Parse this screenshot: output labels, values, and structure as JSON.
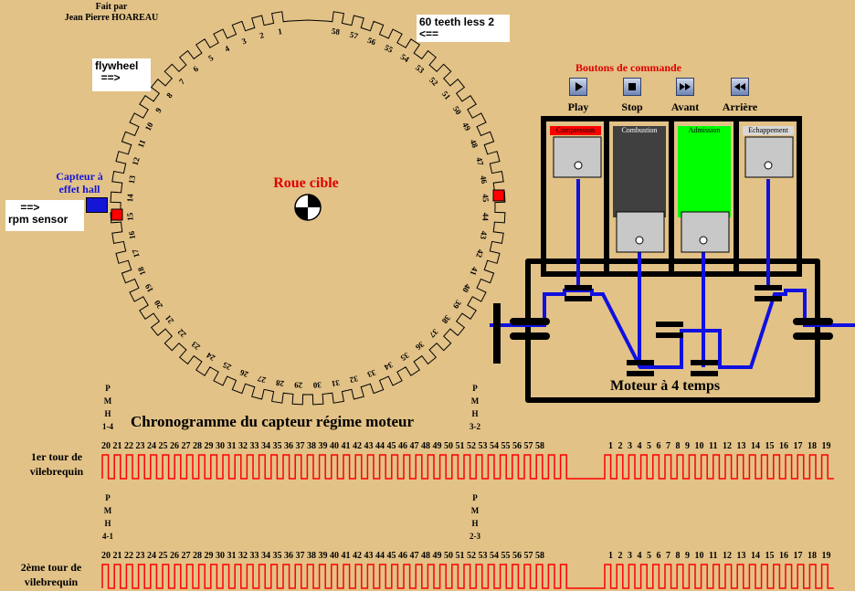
{
  "credit": {
    "line1": "Fait par",
    "line2": "Jean Pierre HOAREAU"
  },
  "notes": {
    "teeth_line1": "60 teeth less 2",
    "teeth_line2": "<==",
    "flywheel_line1": "flywheel",
    "flywheel_line2": "  ==>",
    "rpm_line1": "    ==>",
    "rpm_line2": "rpm sensor"
  },
  "capteur": {
    "line1": "Capteur à",
    "line2": "effet hall"
  },
  "wheel": {
    "title": "Roue cible",
    "tooth_labels": [
      "1",
      "2",
      "3",
      "4",
      "5",
      "6",
      "7",
      "8",
      "9",
      "10",
      "11",
      "12",
      "13",
      "14",
      "15",
      "16",
      "17",
      "18",
      "19",
      "20",
      "21",
      "22",
      "23",
      "24",
      "25",
      "26",
      "27",
      "28",
      "29",
      "30",
      "31",
      "32",
      "33",
      "34",
      "35",
      "36",
      "37",
      "38",
      "39",
      "40",
      "41",
      "42",
      "43",
      "44",
      "45",
      "46",
      "47",
      "48",
      "49",
      "50",
      "51",
      "52",
      "53",
      "54",
      "55",
      "56",
      "57",
      "58"
    ]
  },
  "controls": {
    "title": "Boutons de commande",
    "play": "Play",
    "stop": "Stop",
    "avant": "Avant",
    "arriere": "Arrière"
  },
  "engine": {
    "title": "Moteur à 4 temps",
    "cylinders": [
      {
        "label": "Compression",
        "color": "#ff0000"
      },
      {
        "label": "Combustion",
        "color": "#404040"
      },
      {
        "label": "Admission",
        "color": "#00ff00"
      },
      {
        "label": "Echappement",
        "color": "#d8d8d8"
      }
    ]
  },
  "chrono": {
    "title": "Chronogramme du capteur régime moteur",
    "pmh1_left": [
      "P",
      "M",
      "H",
      "1-4"
    ],
    "pmh1_right": [
      "P",
      "M",
      "H",
      "3-2"
    ],
    "pmh2_left": [
      "P",
      "M",
      "H",
      "4-1"
    ],
    "pmh2_right": [
      "P",
      "M",
      "H",
      "2-3"
    ],
    "row1_label": [
      "1er tour de",
      "vilebrequin"
    ],
    "row2_label": [
      "2ème  tour de",
      "vilebrequin"
    ],
    "numbers_a": "20 21 22 23 24 25 26 27 28 29 30 31 32 33 34 35 36 37 38 39 40 41 42 43 44 45 46 47 48 49 50 51 52 53 54 55 56 57 58",
    "numbers_b": "1  2  3  4  5  6  7  8  9  10 11 12 13 14 15 16 17 18 19"
  },
  "colors": {
    "background": "#e2c287",
    "signal": "#ff0000",
    "rod": "#1010e0",
    "sensor": "#1515d8"
  }
}
